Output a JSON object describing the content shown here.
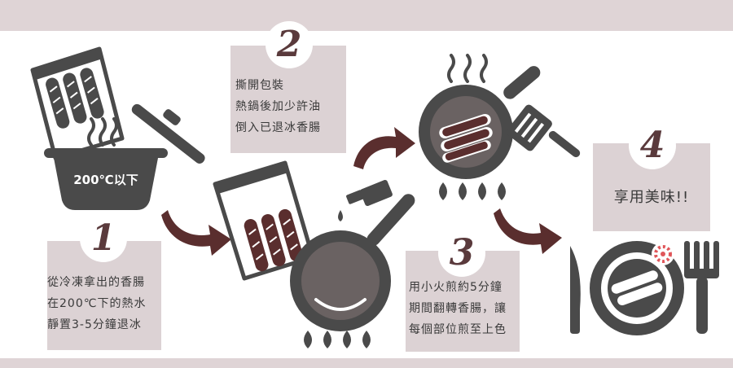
{
  "colors": {
    "band": "#dfd4d6",
    "box": "#dcd2d4",
    "dark": "#4a4a4a",
    "arrow": "#5a2e2e",
    "text": "#3a3a3a",
    "flower": "#e0565a"
  },
  "icons": [
    "ice-bucket-icon",
    "frozen-sausage-pack-icon",
    "pot-lid-icon",
    "open-sausage-pack-icon",
    "pan-icon",
    "oil-bottle-icon",
    "gas-flame-icon",
    "steam-icon",
    "spatula-icon",
    "sausage-plate-icon",
    "knife-icon",
    "fork-icon",
    "flower-icon",
    "curved-arrow-icon"
  ],
  "steps": [
    {
      "number": "1",
      "lines": [
        "從冷凍拿出的香腸",
        "在200℃下的熱水",
        "靜置3-5分鐘退冰"
      ]
    },
    {
      "number": "2",
      "lines": [
        "撕開包裝",
        "熱鍋後加少許油",
        "倒入已退冰香腸"
      ]
    },
    {
      "number": "3",
      "lines": [
        "用小火煎約5分鐘",
        "期間翻轉香腸，讓",
        "每個部位煎至上色"
      ]
    },
    {
      "number": "4",
      "lines": [
        "享用美味!!"
      ]
    }
  ],
  "pot_label": "200℃以下"
}
